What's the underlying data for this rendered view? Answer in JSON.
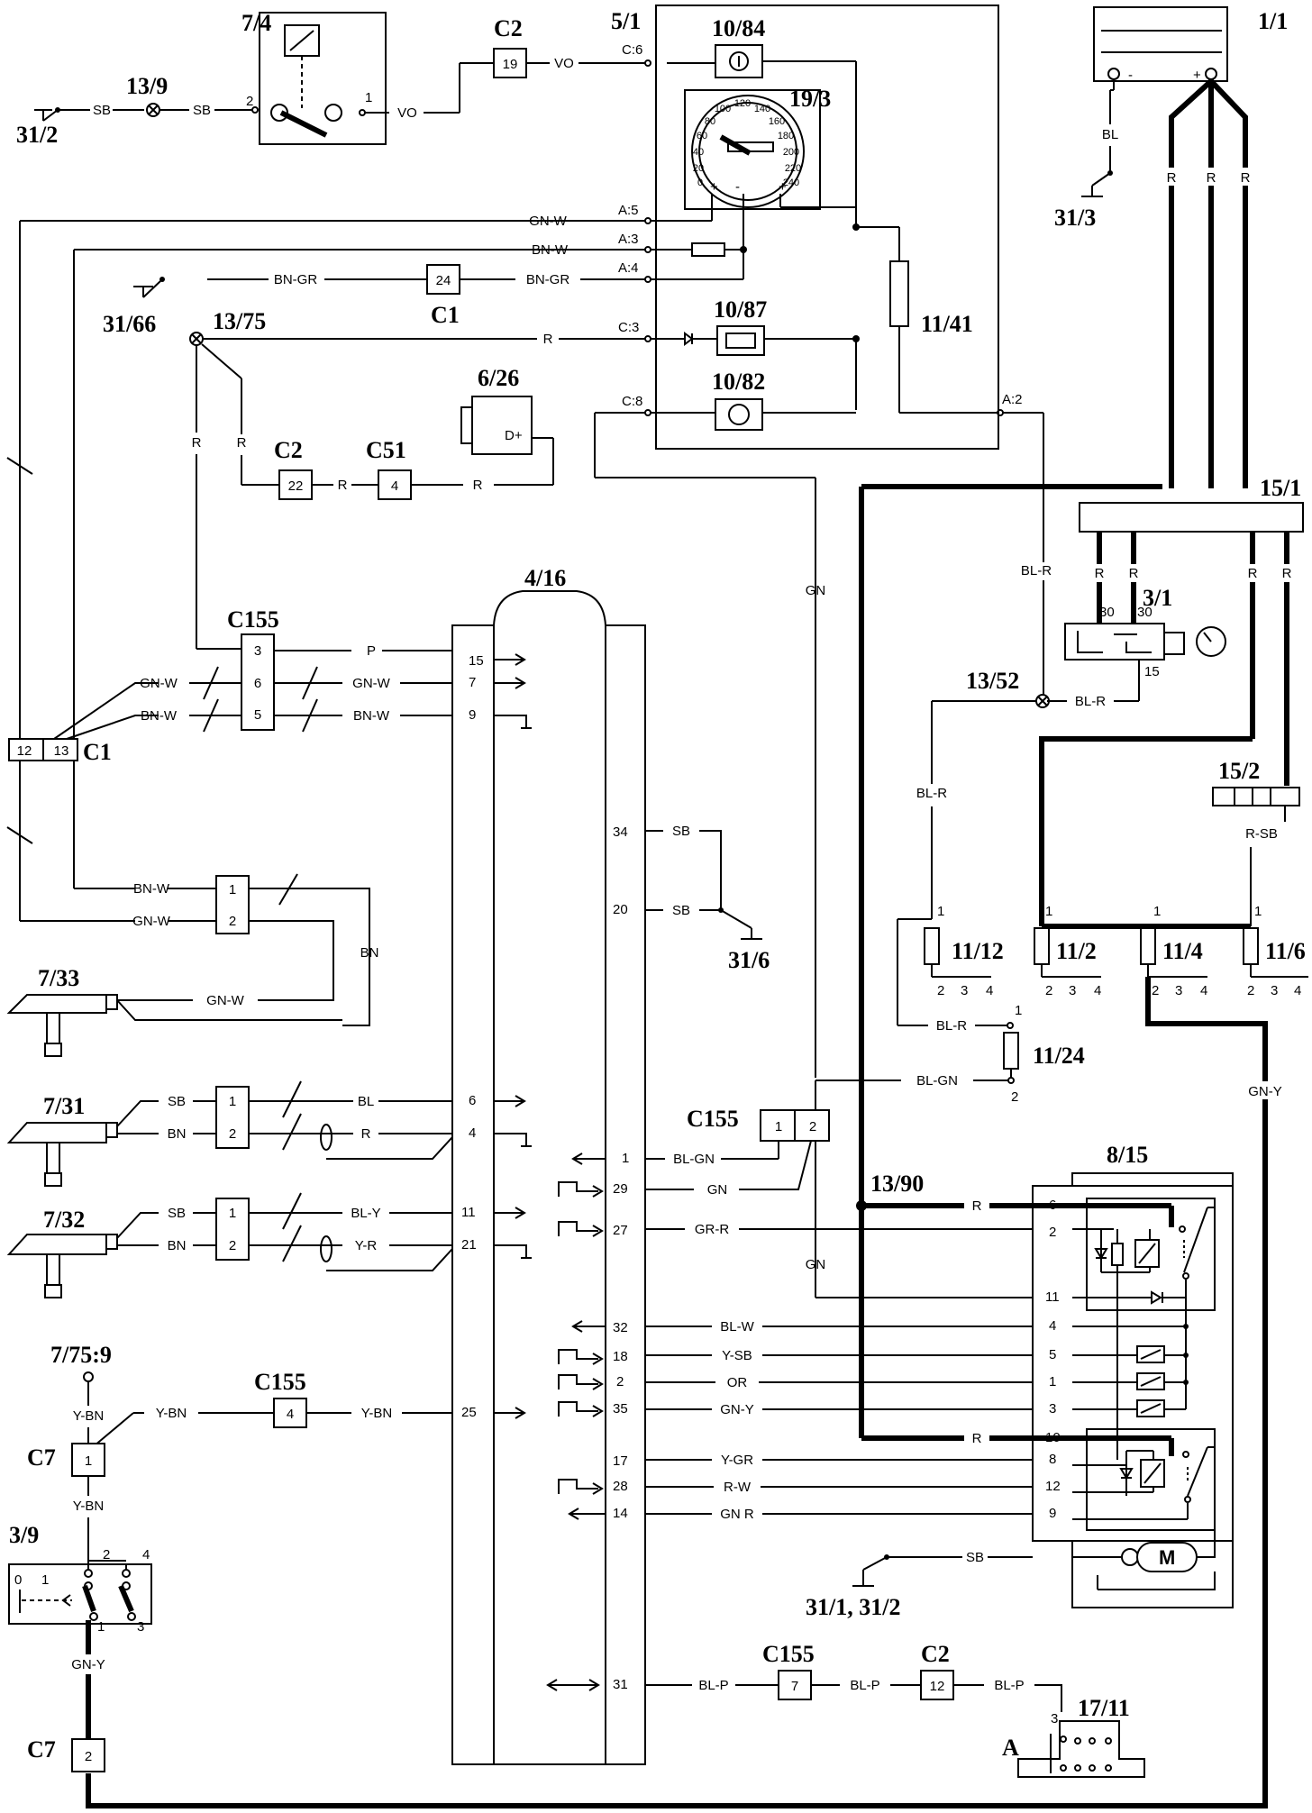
{
  "components": {
    "c_7_4": "7/4",
    "c_13_9": "13/9",
    "c_31_2": "31/2",
    "c_c2_top": "C2",
    "c_5_1": "5/1",
    "c_10_84": "10/84",
    "c_19_3": "19/3",
    "c_1_1": "1/1",
    "c_31_3": "31/3",
    "c_31_66": "31/66",
    "c_13_75": "13/75",
    "c_c1_mid": "C1",
    "c_10_87": "10/87",
    "c_11_41": "11/41",
    "c_6_26": "6/26",
    "c_10_82": "10/82",
    "c_c2_mid": "C2",
    "c_c51": "C51",
    "c_15_1": "15/1",
    "c_4_16": "4/16",
    "c_c155_a": "C155",
    "c_3_1": "3/1",
    "c_c1_left": "C1",
    "c_13_52": "13/52",
    "c_15_2": "15/2",
    "c_11_12": "11/12",
    "c_11_2": "11/2",
    "c_11_4": "11/4",
    "c_11_6": "11/6",
    "c_31_6": "31/6",
    "c_7_33": "7/33",
    "c_11_24": "11/24",
    "c_7_31": "7/31",
    "c_c155_b": "C155",
    "c_8_15": "8/15",
    "c_13_90": "13/90",
    "c_7_32": "7/32",
    "c_7_75": "7/75:9",
    "c_c155_c": "C155",
    "c_c7_top": "C7",
    "c_3_9": "3/9",
    "c_31_1": "31/1, 31/2",
    "c_c155_d": "C155",
    "c_c2_bot": "C2",
    "c_17_11": "17/11",
    "c_a": "A",
    "c_c7_bot": "C7"
  },
  "connectors": {
    "n19": "19",
    "n24": "24",
    "n22": "22",
    "n4": "4",
    "n3": "3",
    "n6": "6",
    "n5": "5",
    "n12": "12",
    "n13": "13",
    "n1a": "1",
    "n2a": "2",
    "n1b": "1",
    "n2b": "2",
    "n1c": "1",
    "n2c": "2",
    "n1d": "1",
    "n2d": "2",
    "n4b": "4",
    "n1e": "1",
    "n2e": "2",
    "n7": "7",
    "n12b": "12",
    "n2f": "2"
  },
  "wires": {
    "sb1": "SB",
    "sb2": "SB",
    "vo1": "VO",
    "vo2": "VO",
    "bl1": "BL",
    "r1": "R",
    "r2": "R",
    "r3": "R",
    "gnw1": "GN-W",
    "bnw1": "BN-W",
    "bngr1": "BN-GR",
    "bngr2": "BN-GR",
    "r4": "R",
    "r5": "R",
    "r6": "R",
    "r7": "R",
    "r8": "R",
    "gn1": "GN",
    "blr1": "BL-R",
    "r9": "R",
    "r10": "R",
    "r11": "R",
    "r12": "R",
    "p1": "P",
    "gnw2": "GN-W",
    "gnw3": "GN-W",
    "bnw2": "BN-W",
    "bnw3": "BN-W",
    "blr2": "BL-R",
    "blr3": "BL-R",
    "rsb": "R-SB",
    "sb3": "SB",
    "sb4": "SB",
    "bnw4": "BN-W",
    "gnw4": "GN-W",
    "bn1": "BN",
    "gnw5": "GN-W",
    "blr4": "BL-R",
    "blgn1": "BL-GN",
    "gny1": "GN-Y",
    "sb5": "SB",
    "bl2": "BL",
    "bn2": "BN",
    "r13": "R",
    "blgn2": "BL-GN",
    "gn2": "GN",
    "r14": "R",
    "sb6": "SB",
    "bly": "BL-Y",
    "grr": "GR-R",
    "bn3": "BN",
    "yr": "Y-R",
    "gn3": "GN",
    "ybn1": "Y-BN",
    "ybn2": "Y-BN",
    "ybn3": "Y-BN",
    "ybn4": "Y-BN",
    "blw": "BL-W",
    "ysb": "Y-SB",
    "or": "OR",
    "gny2": "GN-Y",
    "r15": "R",
    "ygr": "Y-GR",
    "rw": "R-W",
    "gnr": "GN R",
    "sb7": "SB",
    "blp1": "BL-P",
    "blp2": "BL-P",
    "blp3": "BL-P",
    "gny3": "GN-Y"
  },
  "pins": {
    "p_c6": "C:6",
    "p_a5": "A:5",
    "p_a3": "A:3",
    "p_a4": "A:4",
    "p_c3": "C:3",
    "p_c8": "C:8",
    "p_a2": "A:2",
    "p74_2": "2",
    "p74_1": "1",
    "p31_30a": "30",
    "p31_30b": "30",
    "p31_15": "15",
    "m15": "15",
    "m7": "7",
    "m9": "9",
    "m34": "34",
    "m20": "20",
    "m6": "6",
    "m4": "4",
    "m1": "1",
    "m29": "29",
    "m27": "27",
    "m11": "11",
    "m21": "21",
    "m32": "32",
    "m18": "18",
    "m2": "2",
    "m35": "35",
    "m25": "25",
    "m17": "17",
    "m28": "28",
    "m14": "14",
    "m31": "31",
    "f1a": "1",
    "f1b": "1",
    "f1c": "1",
    "f1d": "1",
    "f2a": "2",
    "f3a": "3",
    "f4a": "4",
    "f2b": "2",
    "f3b": "3",
    "f4b": "4",
    "f2c": "2",
    "f3c": "3",
    "f4c": "4",
    "f2d": "2",
    "f3d": "3",
    "f4d": "4",
    "f24_1": "1",
    "f24_2": "2",
    "r6": "6",
    "r2": "2",
    "r11": "11",
    "r4": "4",
    "r5": "5",
    "r1": "1",
    "r3": "3",
    "r10": "10",
    "r8": "8",
    "r12": "12",
    "r9": "9",
    "s39_2": "2",
    "s39_4": "4",
    "s39_0": "0",
    "s39_1": "1",
    "s39_1b": "1",
    "s39_3": "3",
    "p17_3": "3",
    "bat_neg": "-",
    "bat_pos": "+",
    "d_plus": "D+"
  },
  "speedo_ticks": [
    "0",
    "20",
    "40",
    "60",
    "80",
    "100",
    "120",
    "140",
    "160",
    "180",
    "200",
    "220",
    "240"
  ]
}
